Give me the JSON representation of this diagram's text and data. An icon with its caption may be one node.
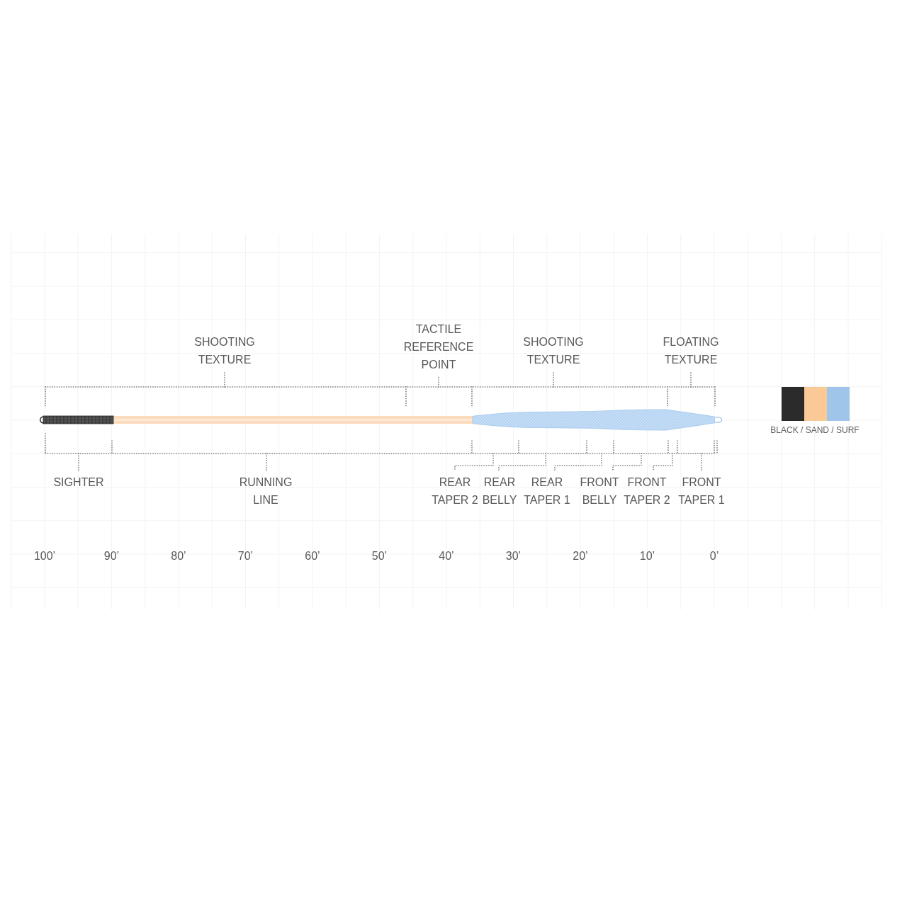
{
  "diagram": {
    "labels": [
      "SHOOTING TEXTURE",
      "TACTILE REFERENCE POINT",
      "SHOOTING TEXTURE",
      "FLOATING TEXTURE",
      "SIGHTER",
      "RUNNING LINE",
      "REAR TAPER 2",
      "REAR BELLY",
      "REAR TAPER 1",
      "FRONT BELLY",
      "FRONT TAPER 2",
      "FRONT TAPER 1",
      "100’",
      "90’",
      "80’",
      "70’",
      "60’",
      "50’",
      "40’",
      "30’",
      "20’",
      "10’",
      "0’"
    ],
    "legend": [
      {
        "text": "BLACK / SAND / SURF"
      }
    ]
  }
}
